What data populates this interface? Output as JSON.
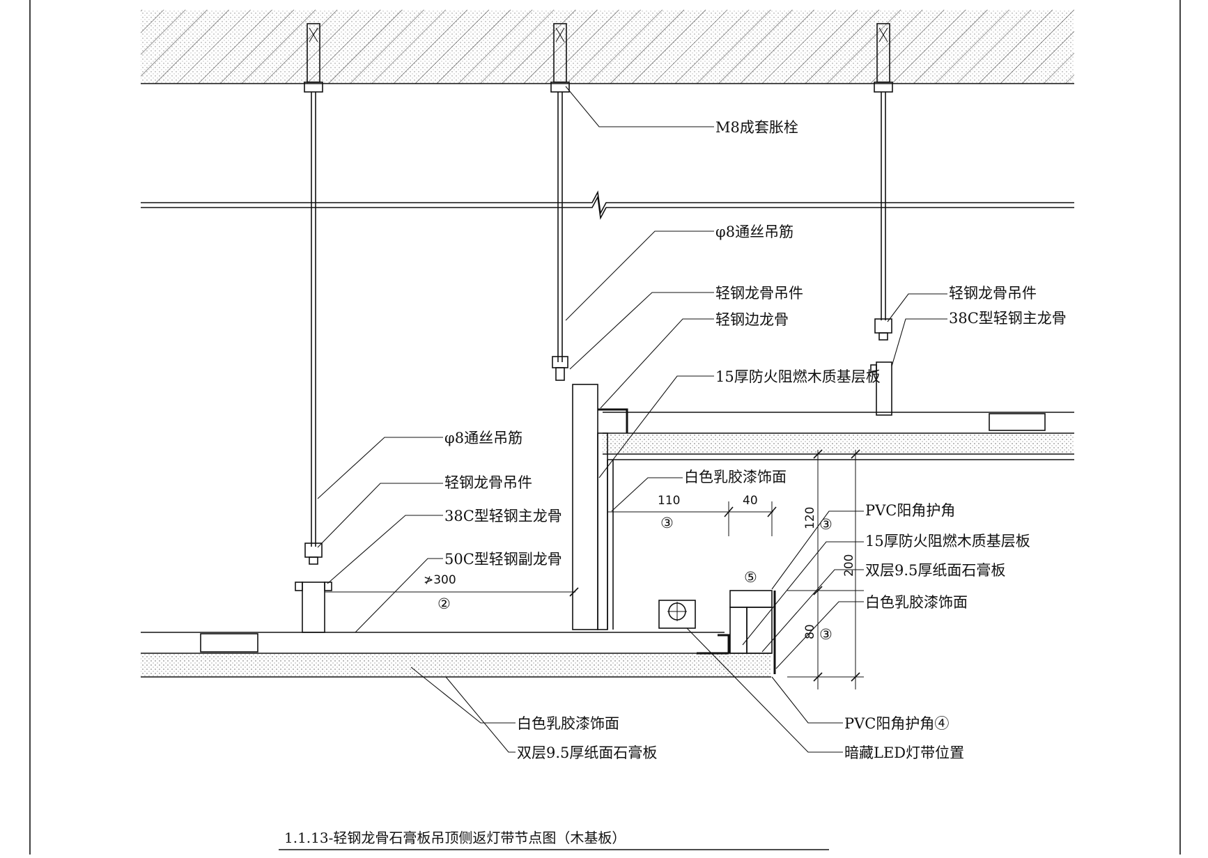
{
  "labels": {
    "m8_anchor": "M8成套胀栓",
    "rod_top": "φ8通丝吊筋",
    "hanger_top": "轻钢龙骨吊件",
    "edge_keel": "轻钢边龙骨",
    "wood_board_top": "15厚防火阻燃木质基层板",
    "hanger_right": "轻钢龙骨吊件",
    "main_keel_right": "38C型轻钢主龙骨",
    "rod_left": "φ8通丝吊筋",
    "hanger_left": "轻钢龙骨吊件",
    "main_keel_left": "38C型轻钢主龙骨",
    "sub_keel_left": "50C型轻钢副龙骨",
    "latex_mid": "白色乳胶漆饰面",
    "pvc_corner": "PVC阳角护角",
    "wood_board_right": "15厚防火阻燃木质基层板",
    "gypsum_right": "双层9.5厚纸面石膏板",
    "latex_right": "白色乳胶漆饰面",
    "latex_bottom": "白色乳胶漆饰面",
    "gypsum_bottom": "双层9.5厚纸面石膏板",
    "pvc_corner_4": "PVC阳角护角④",
    "led_position": "暗藏LED灯带位置"
  },
  "dimensions": {
    "d110": "110",
    "d40": "40",
    "d120": "120",
    "d200": "200",
    "d80": "80",
    "d300": "≯300"
  },
  "markers": {
    "m2": "②",
    "m3a": "③",
    "m3b": "③",
    "m3c": "③",
    "m5": "⑤"
  },
  "title": "1.1.13-轻钢龙骨石膏板吊顶侧返灯带节点图（木基板）"
}
